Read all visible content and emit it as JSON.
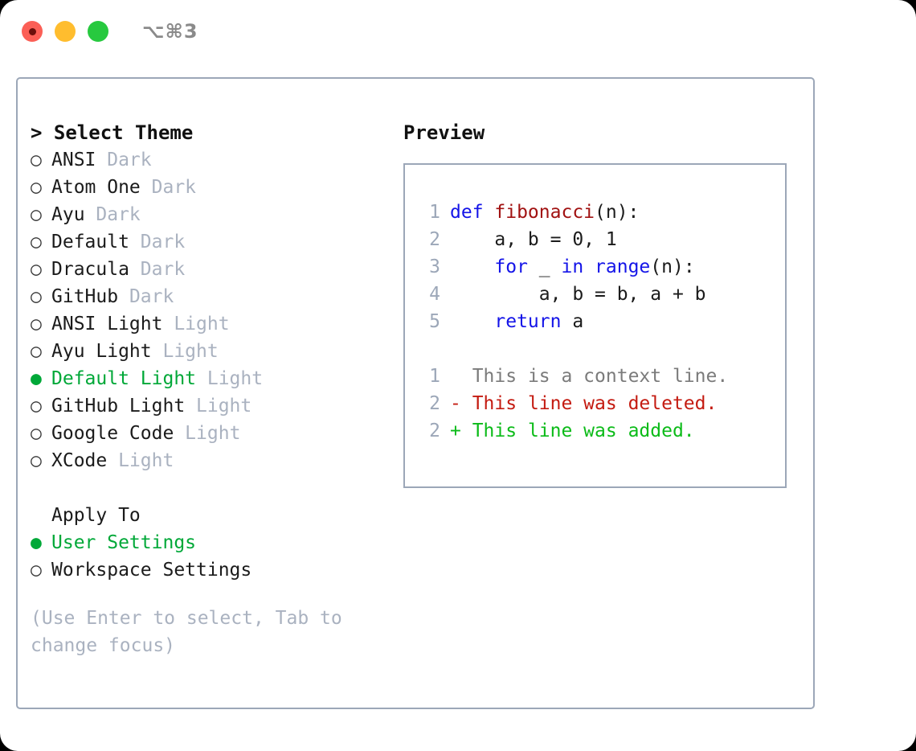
{
  "window": {
    "traffic_lights": [
      "close",
      "minimize",
      "maximize"
    ],
    "shortcut": "⌥⌘3"
  },
  "colors": {
    "accent_green": "#00a838",
    "border": "#9ca7b8",
    "muted": "#aab2c0",
    "keyword_blue": "#1414e8",
    "function_red": "#a11212",
    "diff_add": "#0bbb18",
    "diff_del": "#c41b11",
    "diff_ctx": "#7b7b7b"
  },
  "theme_list": {
    "header": "> Select Theme",
    "bullet_on": "●",
    "bullet_off": "○",
    "items": [
      {
        "name": "ANSI",
        "tag": "Dark",
        "selected": false
      },
      {
        "name": "Atom One",
        "tag": "Dark",
        "selected": false
      },
      {
        "name": "Ayu",
        "tag": "Dark",
        "selected": false
      },
      {
        "name": "Default",
        "tag": "Dark",
        "selected": false
      },
      {
        "name": "Dracula",
        "tag": "Dark",
        "selected": false
      },
      {
        "name": "GitHub",
        "tag": "Dark",
        "selected": false
      },
      {
        "name": "ANSI Light",
        "tag": "Light",
        "selected": false
      },
      {
        "name": "Ayu Light",
        "tag": "Light",
        "selected": false
      },
      {
        "name": "Default Light",
        "tag": "Light",
        "selected": true
      },
      {
        "name": "GitHub Light",
        "tag": "Light",
        "selected": false
      },
      {
        "name": "Google Code",
        "tag": "Light",
        "selected": false
      },
      {
        "name": "XCode",
        "tag": "Light",
        "selected": false
      }
    ]
  },
  "apply_to": {
    "header": "Apply To",
    "items": [
      {
        "name": "User Settings",
        "selected": true
      },
      {
        "name": "Workspace Settings",
        "selected": false
      }
    ]
  },
  "hint": "(Use Enter to select, Tab to change focus)",
  "preview": {
    "header": "Preview",
    "code_lines": [
      {
        "no": "1",
        "tokens": [
          {
            "t": "def ",
            "c": "kw"
          },
          {
            "t": "fibonacci",
            "c": "fn"
          },
          {
            "t": "(n):",
            "c": "pl"
          }
        ]
      },
      {
        "no": "2",
        "tokens": [
          {
            "t": "    a, b = 0, 1",
            "c": "pl"
          }
        ]
      },
      {
        "no": "3",
        "tokens": [
          {
            "t": "    ",
            "c": "pl"
          },
          {
            "t": "for",
            "c": "kw"
          },
          {
            "t": " _ ",
            "c": "pl"
          },
          {
            "t": "in",
            "c": "kw"
          },
          {
            "t": " ",
            "c": "pl"
          },
          {
            "t": "range",
            "c": "kw"
          },
          {
            "t": "(n):",
            "c": "pl"
          }
        ]
      },
      {
        "no": "4",
        "tokens": [
          {
            "t": "        a, b = b, a + b",
            "c": "pl"
          }
        ]
      },
      {
        "no": "5",
        "tokens": [
          {
            "t": "    ",
            "c": "pl"
          },
          {
            "t": "return",
            "c": "kw"
          },
          {
            "t": " a",
            "c": "pl"
          }
        ]
      }
    ],
    "diff_lines": [
      {
        "no": "1",
        "marker": " ",
        "text": "This is a context line.",
        "kind": "ctx"
      },
      {
        "no": "2",
        "marker": "-",
        "text": "This line was deleted.",
        "kind": "del"
      },
      {
        "no": "2",
        "marker": "+",
        "text": "This line was added.",
        "kind": "add"
      }
    ]
  }
}
